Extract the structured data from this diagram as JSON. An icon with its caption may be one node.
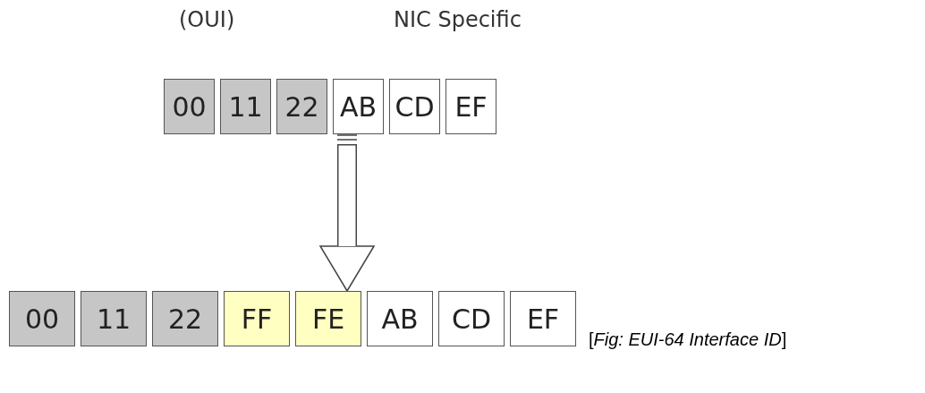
{
  "diagram": {
    "caption": "[*Fig: EUI-64 Interface ID*]",
    "nodes": [
      {
        "text": [
          "00"
        ]
      },
      {
        "text": [
          "11"
        ]
      },
      {
        "text": [
          "22"
        ]
      },
      {
        "text": [
          "AB"
        ]
      },
      {
        "text": [
          "CD"
        ]
      },
      {
        "text": [
          "EF"
        ]
      },
      {
        "text": [
          "00"
        ]
      },
      {
        "text": [
          "11"
        ]
      },
      {
        "text": [
          "22"
        ]
      },
      {
        "text": [
          "FF"
        ]
      },
      {
        "text": [
          "FE"
        ]
      },
      {
        "text": [
          "AB"
        ]
      },
      {
        "text": [
          "CD"
        ]
      },
      {
        "text": [
          "EF"
        ]
      }
    ],
    "edges": [
      {
        "from": 3,
        "to": 10,
        "arrow": "to"
      }
    ],
    "labels": [
      "(OUI)",
      "NIC Specific"
    ]
  }
}
